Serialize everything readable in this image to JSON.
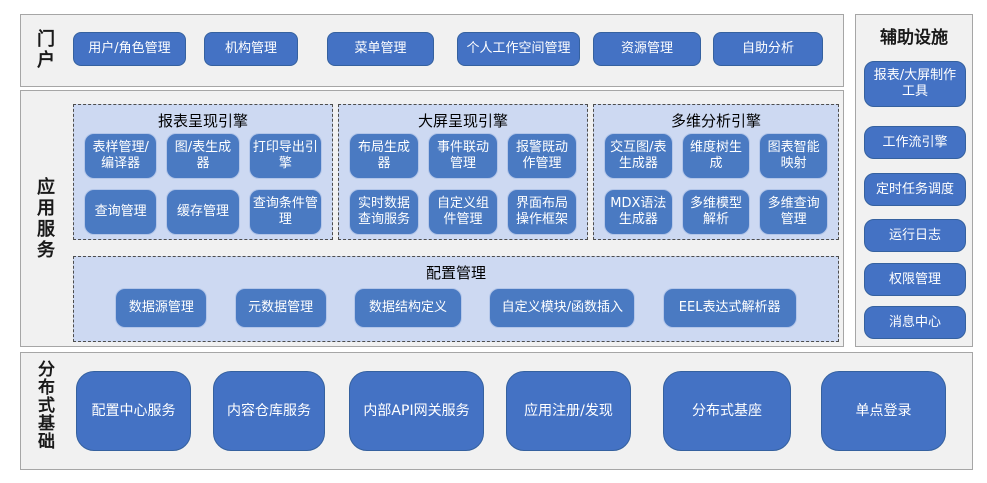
{
  "colors": {
    "button_blue": "#4472c4",
    "inner_button_blue": "#4a7ac2",
    "inner_button_border": "#b3c6e9",
    "engine_box_fill": "#cdd9f2",
    "panel_fill": "#f1f1f1",
    "panel_border": "#a6a6a6",
    "button_text": "#ffffff",
    "label_text": "#1a1a1a"
  },
  "portal": {
    "label": "门户",
    "buttons": [
      "用户/角色管理",
      "机构管理",
      "菜单管理",
      "个人工作空间管理",
      "资源管理",
      "自助分析"
    ]
  },
  "app_services": {
    "label": "应用服务",
    "engines": [
      {
        "title": "报表呈现引擎",
        "buttons": [
          "表样管理/编译器",
          "图/表生成器",
          "打印导出引擎",
          "查询管理",
          "缓存管理",
          "查询条件管理"
        ]
      },
      {
        "title": "大屏呈现引擎",
        "buttons": [
          "布局生成器",
          "事件联动管理",
          "报警既动作管理",
          "实时数据查询服务",
          "自定义组件管理",
          "界面布局操作框架"
        ]
      },
      {
        "title": "多维分析引擎",
        "buttons": [
          "交互图/表生成器",
          "维度树生成",
          "图表智能映射",
          "MDX语法生成器",
          "多维模型解析",
          "多维查询管理"
        ]
      }
    ],
    "config": {
      "title": "配置管理",
      "buttons": [
        "数据源管理",
        "元数据管理",
        "数据结构定义",
        "自定义模块/函数插入",
        "EEL表达式解析器"
      ]
    }
  },
  "distributed": {
    "label": "分布式基础",
    "buttons": [
      "配置中心服务",
      "内容仓库服务",
      "内部API网关服务",
      "应用注册/发现",
      "分布式基座",
      "单点登录"
    ]
  },
  "auxiliary": {
    "title": "辅助设施",
    "buttons": [
      "报表/大屏制作工具",
      "工作流引擎",
      "定时任务调度",
      "运行日志",
      "权限管理",
      "消息中心"
    ]
  }
}
